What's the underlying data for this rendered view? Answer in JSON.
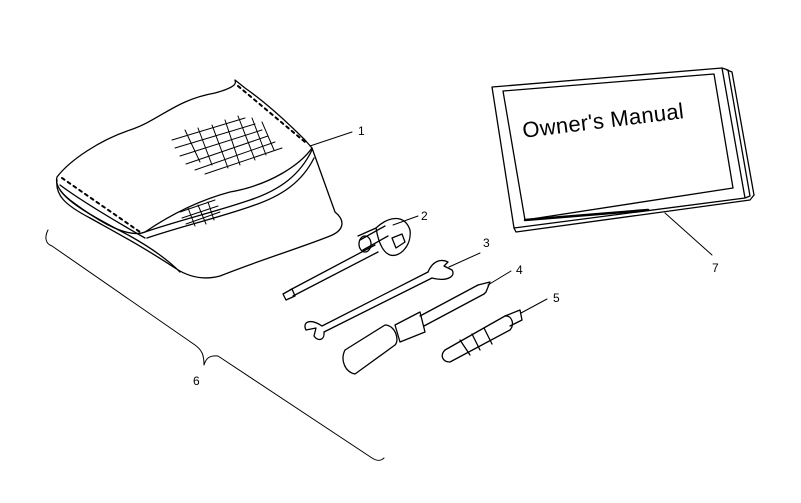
{
  "diagram": {
    "type": "exploded-parts-illustration",
    "subject": "tool kit and owner's manual",
    "manual_cover_text": "Owner's Manual",
    "callouts": [
      {
        "number": "1",
        "part": "tool-pouch"
      },
      {
        "number": "2",
        "part": "spark-plug-socket-wrench"
      },
      {
        "number": "3",
        "part": "open-end-wrench"
      },
      {
        "number": "4",
        "part": "screwdriver"
      },
      {
        "number": "5",
        "part": "screwdriver-bit-handle"
      },
      {
        "number": "6",
        "part": "tool-kit-assembly-bracket"
      },
      {
        "number": "7",
        "part": "owners-manual"
      }
    ]
  }
}
